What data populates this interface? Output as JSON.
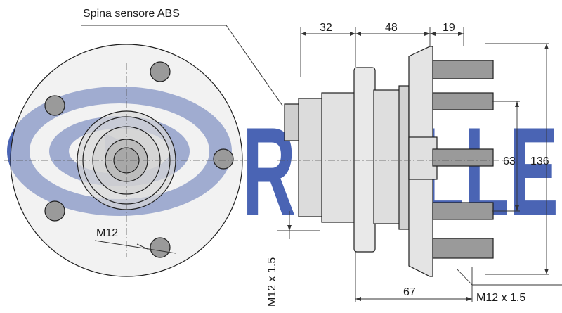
{
  "labels": {
    "abs_sensor": "Spina sensore ABS",
    "bolt_front": "M12",
    "thread_vertical": "M12 x 1.5",
    "thread_bottom": "M12 x 1.5"
  },
  "dimensions": {
    "dim_a": "32",
    "dim_b": "48",
    "dim_c": "19",
    "pitch_diameter": "63",
    "overall_height": "136",
    "overall_width": "67"
  },
  "watermark": {
    "text": "RUVILLE",
    "color": "#2b4aa8"
  },
  "colors": {
    "line": "#1f1f1f",
    "part_fill": "#e7e7e7",
    "bolt_fill": "#9a9a9a",
    "dim_line": "#333333"
  }
}
